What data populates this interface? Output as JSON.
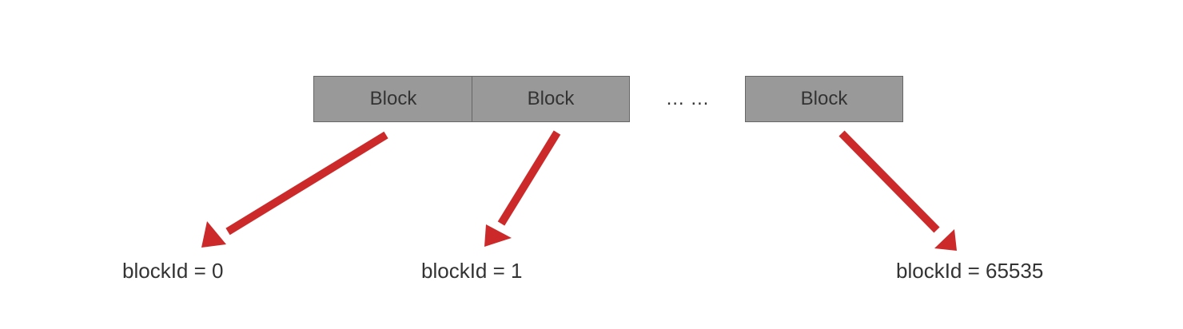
{
  "blocks": [
    {
      "label": "Block"
    },
    {
      "label": "Block"
    },
    {
      "label": "Block"
    }
  ],
  "ellipsis": "… …",
  "block_ids": [
    {
      "label": "blockId = 0"
    },
    {
      "label": "blockId = 1"
    },
    {
      "label": "blockId = 65535"
    }
  ],
  "colors": {
    "block_fill": "#999999",
    "block_border": "#666666",
    "arrow": "#cc2a2a",
    "text": "#333333"
  }
}
